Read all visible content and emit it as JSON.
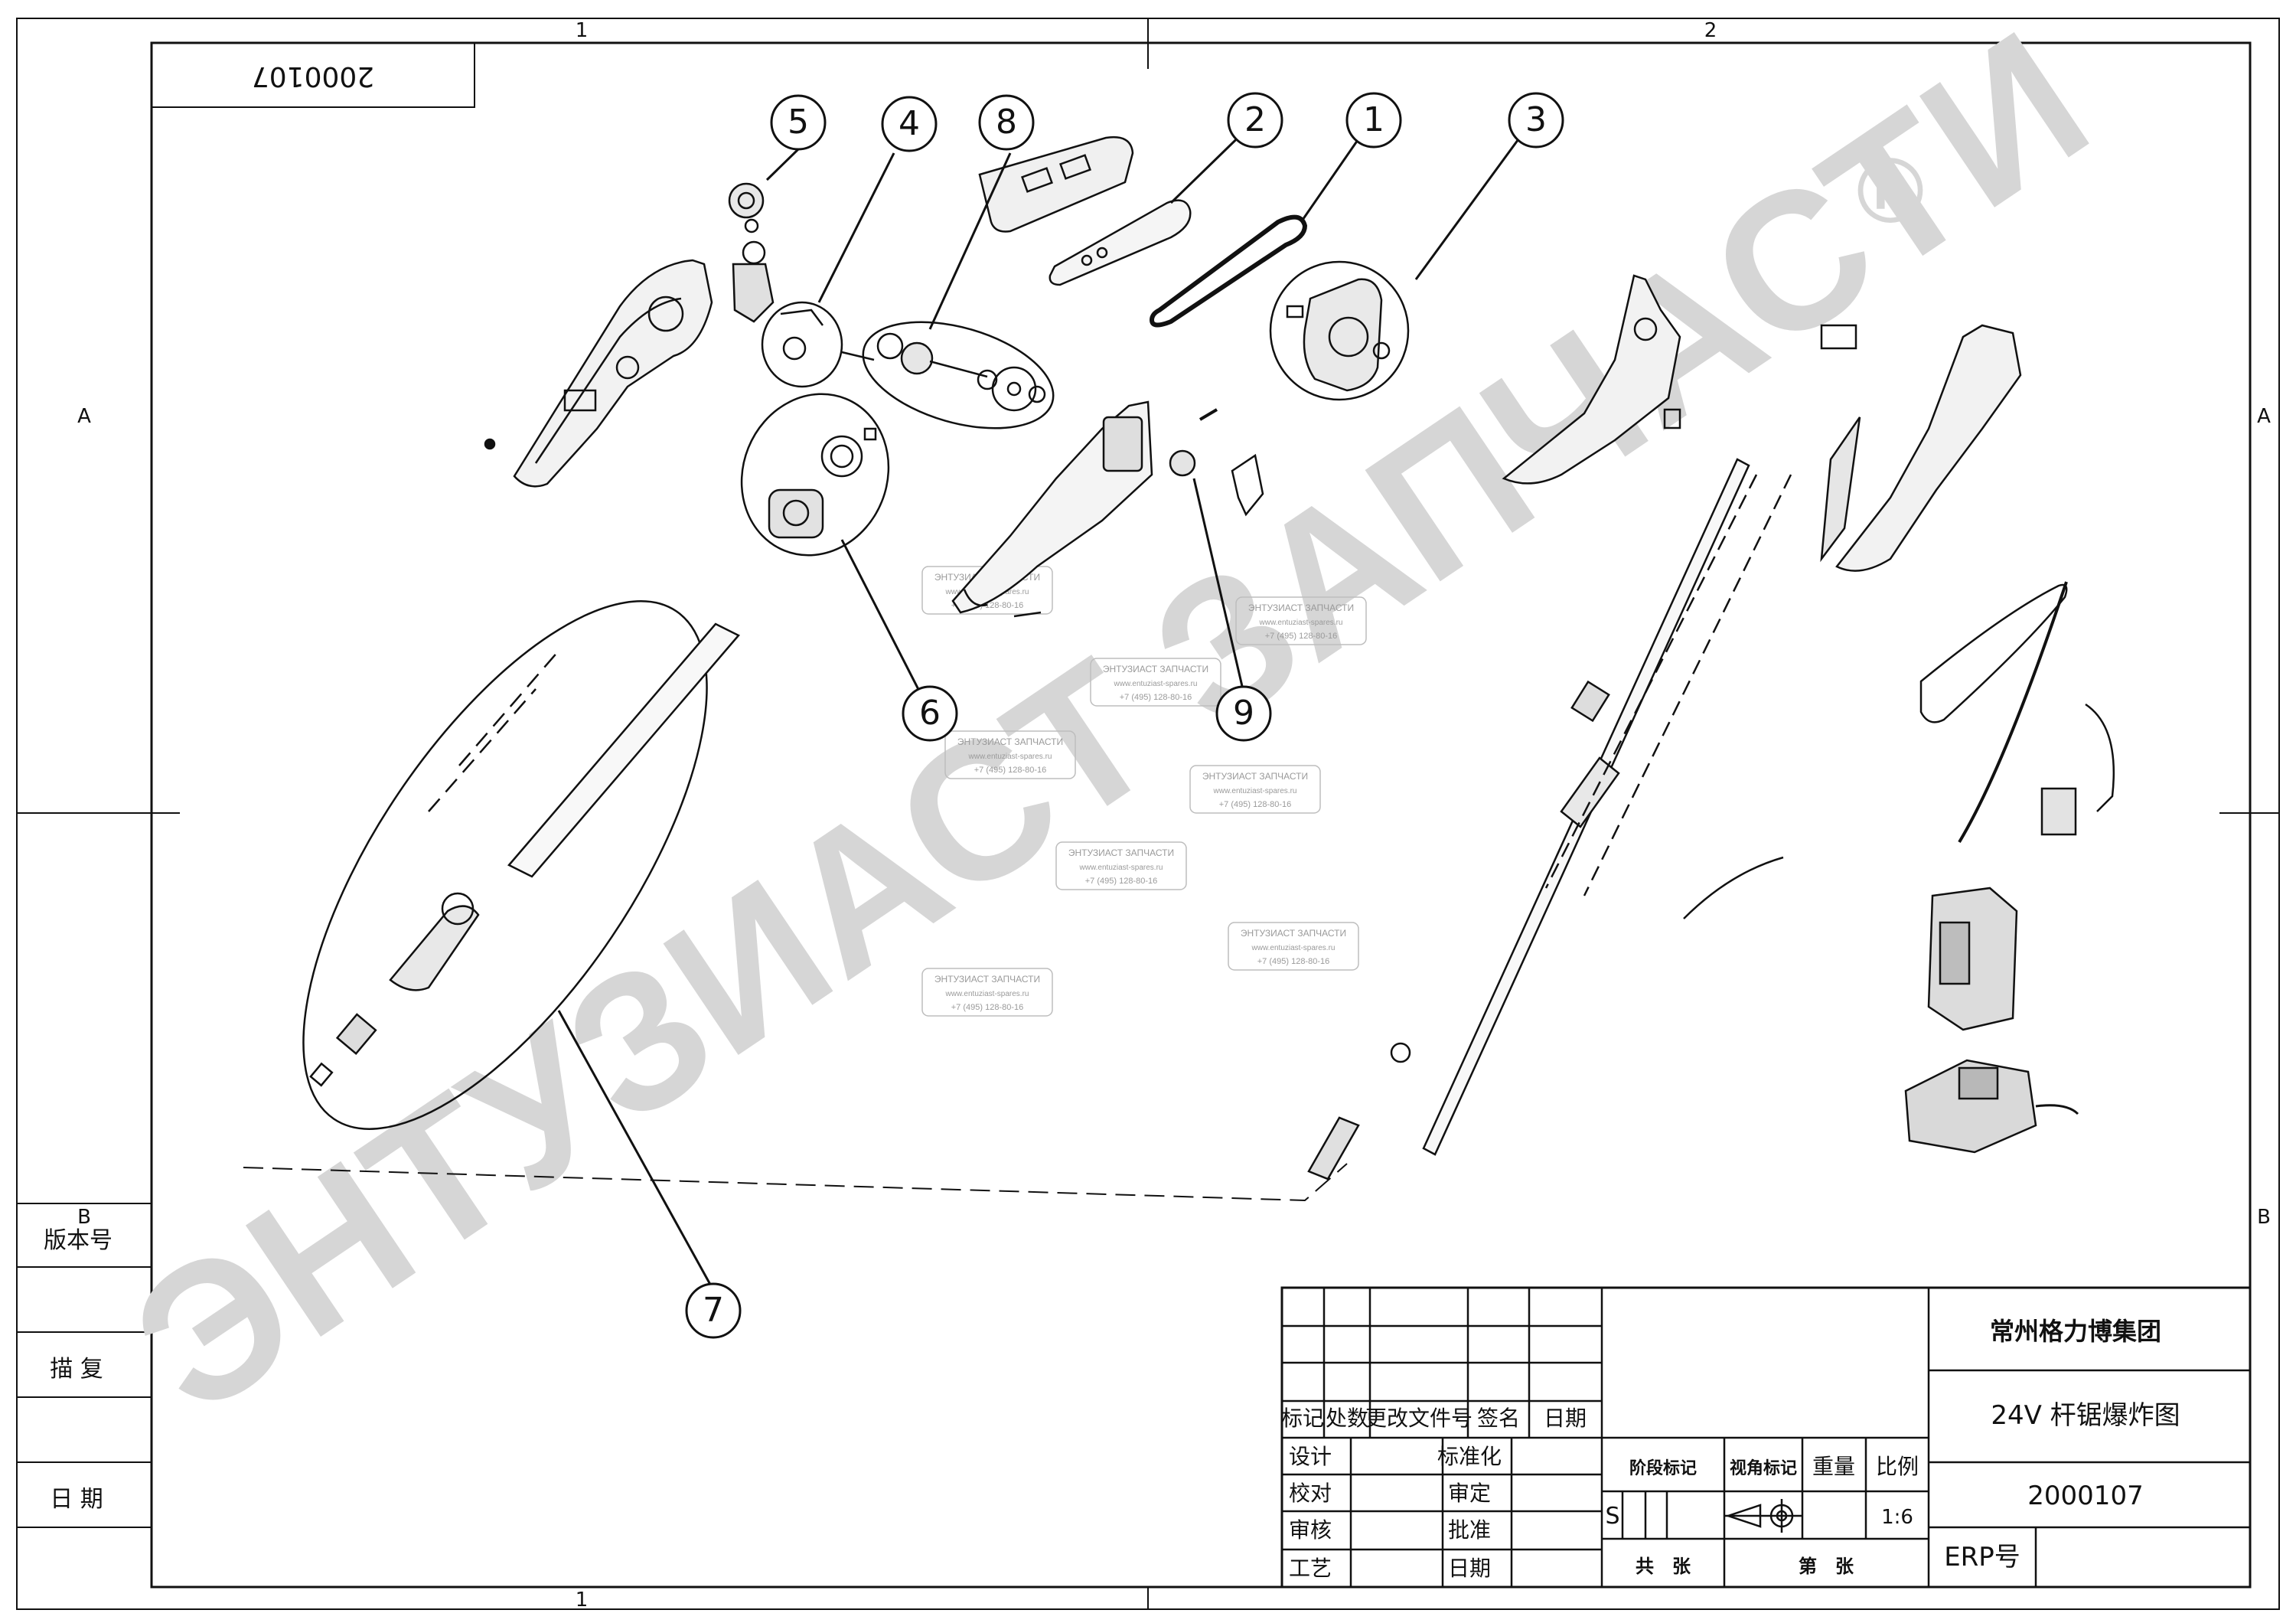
{
  "sheet": {
    "drawing_number_rotated": "2000107",
    "zone_columns": [
      "1",
      "2"
    ],
    "zone_rows": [
      "A",
      "B"
    ],
    "left_strip": {
      "version_label": "版本号",
      "tracing_label": "描 复",
      "date_label": "日 期"
    }
  },
  "callouts": [
    "1",
    "2",
    "3",
    "4",
    "5",
    "6",
    "7",
    "8",
    "9"
  ],
  "watermark": {
    "brand": "ЭНТУЗИАСТ ЗАПЧАСТИ",
    "stamp_title": "ЭНТУЗИАСТ ЗАПЧАСТИ",
    "stamp_site": "www.entuziast-spares.ru",
    "stamp_phone": "+7 (495) 128-80-16",
    "registered_mark": "®"
  },
  "title_block": {
    "company": "常州格力博集团",
    "drawing_title": "24V 杆锯爆炸图",
    "drawing_number": "2000107",
    "erp_label": "ERP号",
    "revision_header": {
      "mark": "标记",
      "count": "处数",
      "change_doc": "更改文件号",
      "signature": "签名",
      "date": "日期"
    },
    "roles": {
      "design": "设计",
      "check": "校对",
      "review": "审核",
      "process": "工艺",
      "standardize": "标准化",
      "approve_check": "审定",
      "approve": "批准",
      "date": "日期"
    },
    "stage_mark_label": "阶段标记",
    "view_mark_label": "视角标记",
    "weight_label": "重量",
    "scale_label": "比例",
    "stage_value": "S",
    "scale_value": "1:6",
    "total_sheets_label": "共　张",
    "sheet_no_label": "第　张"
  }
}
